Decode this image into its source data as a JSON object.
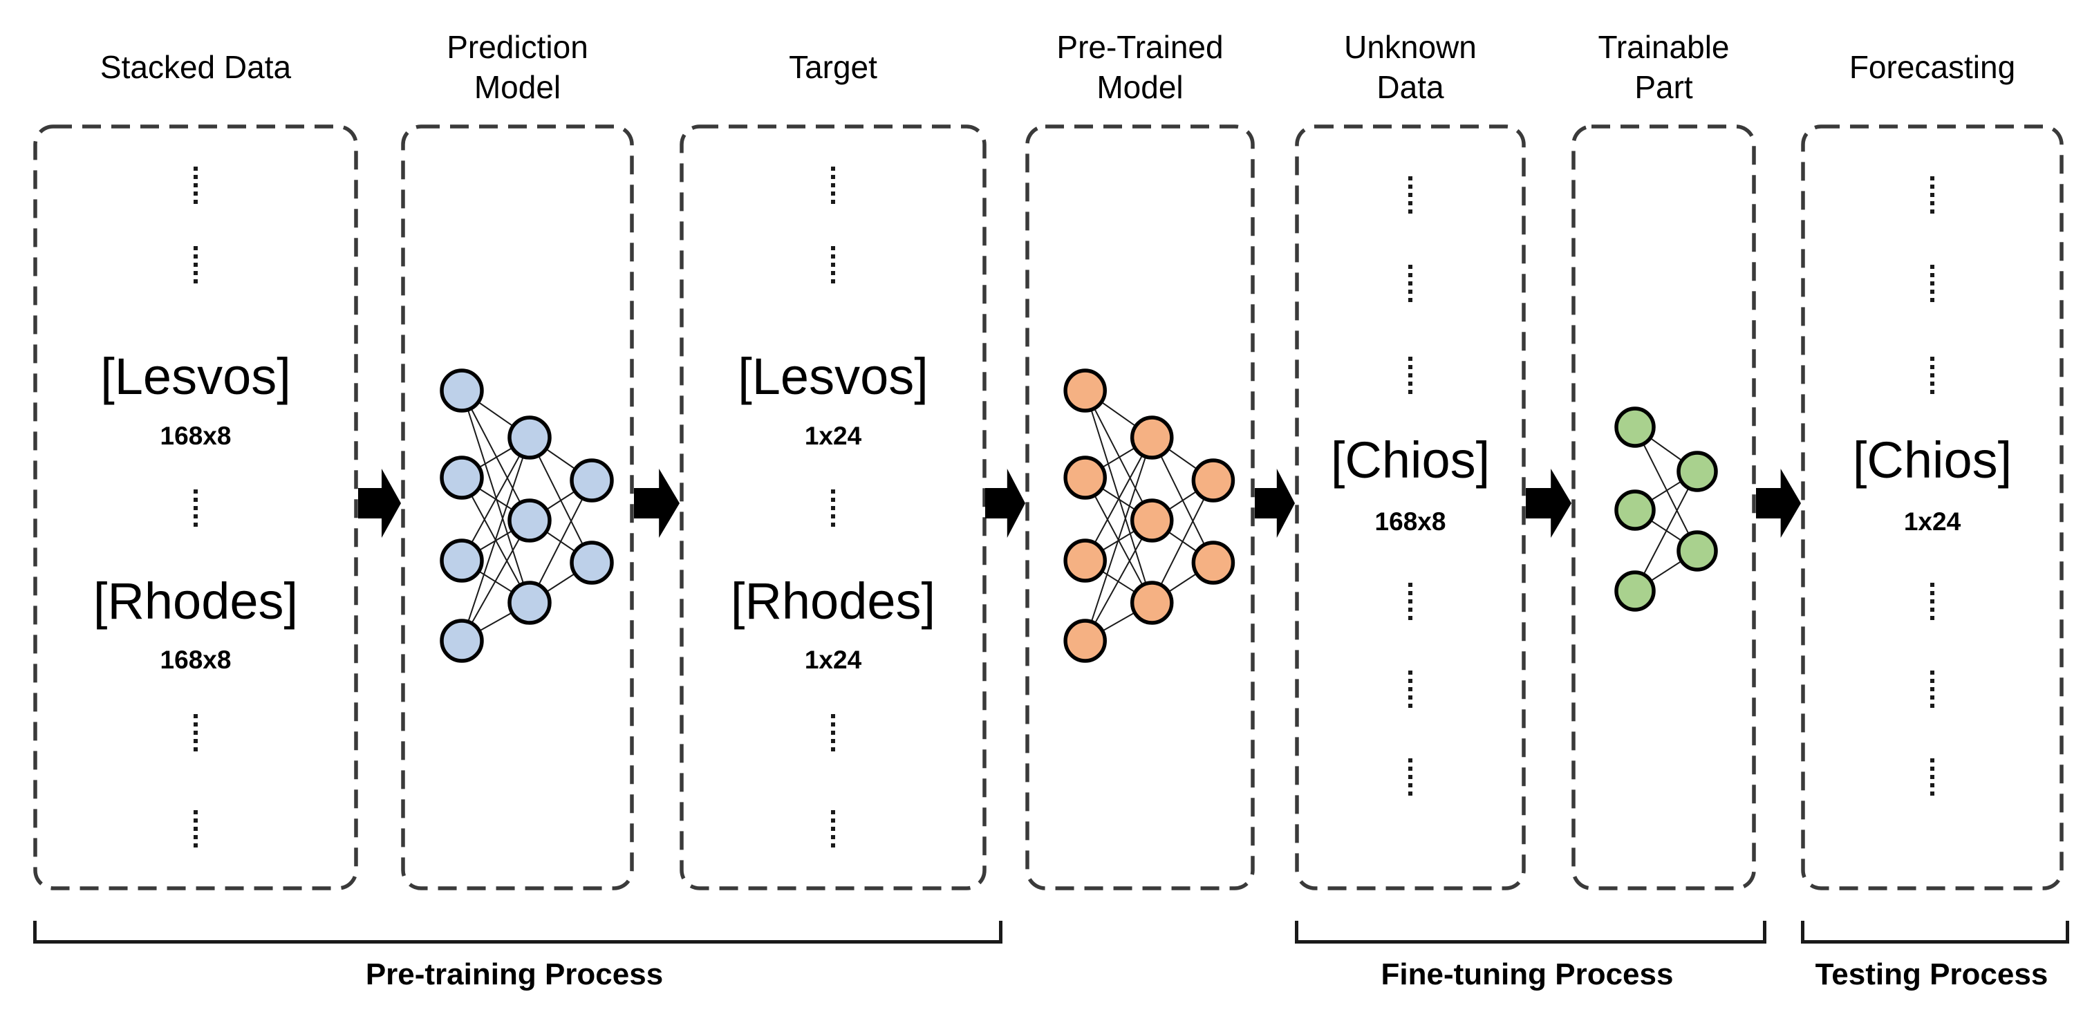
{
  "colors": {
    "node-blue": "#bdd0e9",
    "node-orange": "#f5b183",
    "node-green": "#a9d18e",
    "line": "#1a1a1a",
    "dash": "#3a3a3a",
    "text": "#000000"
  },
  "columns": [
    {
      "label": "Stacked Data",
      "label_lines": [
        "Stacked Data"
      ],
      "entries": [
        {
          "name": "[Lesvos]",
          "dims": "168x8"
        },
        {
          "name": "[Rhodes]",
          "dims": "168x8"
        }
      ]
    },
    {
      "label": "Prediction Model",
      "label_lines": [
        "Prediction",
        "Model"
      ],
      "network": {
        "layers": [
          4,
          3,
          2
        ],
        "color_name": "blue",
        "style": "fully-connected"
      }
    },
    {
      "label": "Target",
      "label_lines": [
        "Target"
      ],
      "entries": [
        {
          "name": "[Lesvos]",
          "dims": "1x24"
        },
        {
          "name": "[Rhodes]",
          "dims": "1x24"
        }
      ]
    },
    {
      "label": "Pre-Trained Model",
      "label_lines": [
        "Pre-Trained",
        "Model"
      ],
      "network": {
        "layers": [
          4,
          3,
          2
        ],
        "color_name": "orange",
        "style": "fully-connected"
      }
    },
    {
      "label": "Unknown Data",
      "label_lines": [
        "Unknown",
        "Data"
      ],
      "entries": [
        {
          "name": "[Chios]",
          "dims": "168x8"
        }
      ]
    },
    {
      "label": "Trainable Part",
      "label_lines": [
        "Trainable",
        "Part"
      ],
      "network": {
        "layers": [
          3,
          2
        ],
        "color_name": "green",
        "style": "fully-connected"
      }
    },
    {
      "label": "Forecasting",
      "label_lines": [
        "Forecasting"
      ],
      "entries": [
        {
          "name": "[Chios]",
          "dims": "1x24"
        }
      ]
    }
  ],
  "process_groups": [
    {
      "label": "Pre-training Process"
    },
    {
      "label": "Fine-tuning Process"
    },
    {
      "label": "Testing Process"
    }
  ]
}
